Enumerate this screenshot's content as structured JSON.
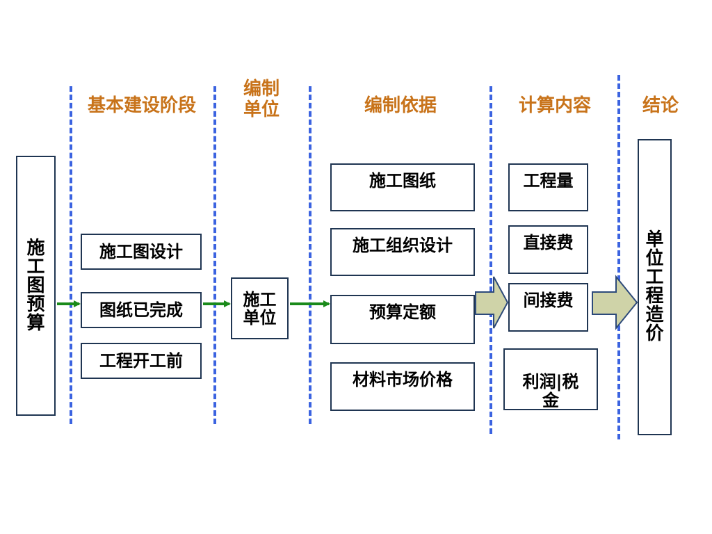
{
  "headers": {
    "stage": "基本建设阶段",
    "unit": "编制\n单位",
    "basis": "编制依据",
    "calc": "计算内容",
    "conclusion": "结论"
  },
  "left_box": "施工图预算",
  "stage_items": [
    "施工图设计",
    "图纸已完成",
    "工程开工前"
  ],
  "unit_box": "施工\n单位",
  "basis_items": [
    "施工图纸",
    "施工组织设计",
    "预算定额",
    "材料市场价格"
  ],
  "calc_items": [
    "工程量",
    "直接费",
    "间接费",
    "利润|税\n金"
  ],
  "result_box": "单位工程造价",
  "colors": {
    "header_text": "#c8731a",
    "dashed_line": "#3b63e0",
    "box_border": "#1f3552",
    "flow_arrow": "#1a8a1a",
    "block_arrow_fill": "#cfd3a8",
    "block_arrow_stroke": "#2d4a7a"
  }
}
